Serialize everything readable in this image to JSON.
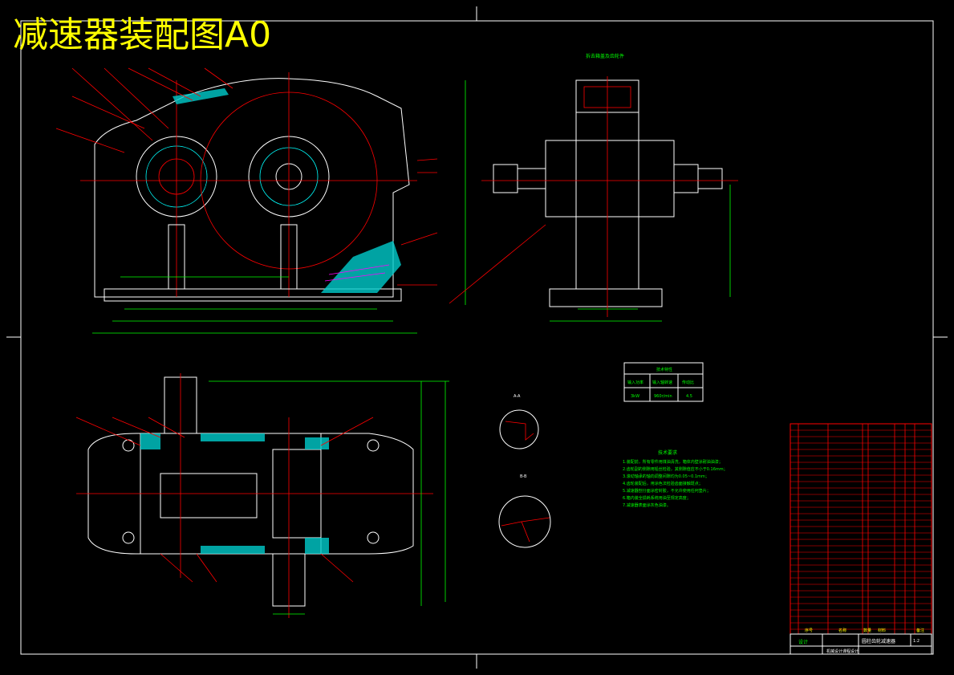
{
  "title": "减速器装配图A0",
  "side_view_caption": "拆去箱盖及齿轮件",
  "tech_table": {
    "header": "技术特性",
    "row1": [
      "输入功率",
      "输入轴转速",
      "传动比"
    ],
    "row2": [
      "3kW",
      "960r/min",
      "4.5"
    ]
  },
  "tech_requirements": {
    "title": "技术要求",
    "lines": [
      "1.装配前，所有零件用煤油清洗，箱体内壁涂耐油油漆；",
      "2.齿轮副的侧隙用铅丝检验，其侧隙值应不小于0.16mm；",
      "3.滚动轴承的轴向调整间隙均为0.05~0.1mm；",
      "4.齿轮装配后，用涂色法检验齿面接触斑点；",
      "5.减速器剖分面涂密封胶，不允许使用任何垫片；",
      "6.箱内装全损耗系统用油至规定高度；",
      "7.减速器表面涂灰色油漆。"
    ]
  },
  "section_labels": [
    "A-A",
    "B-B"
  ],
  "title_block": {
    "drawing_name": "圆柱齿轮减速器",
    "scale": "1:2",
    "school": "机械设计课程设计",
    "designer": "设计",
    "headers": [
      "序号",
      "名称",
      "数量",
      "材料",
      "备注"
    ]
  },
  "colors": {
    "background": "#000000",
    "title": "#ffff00",
    "outline": "#ffffff",
    "dimension": "#00ff00",
    "centerline": "#ff0000",
    "hatch": "#00cccc"
  }
}
